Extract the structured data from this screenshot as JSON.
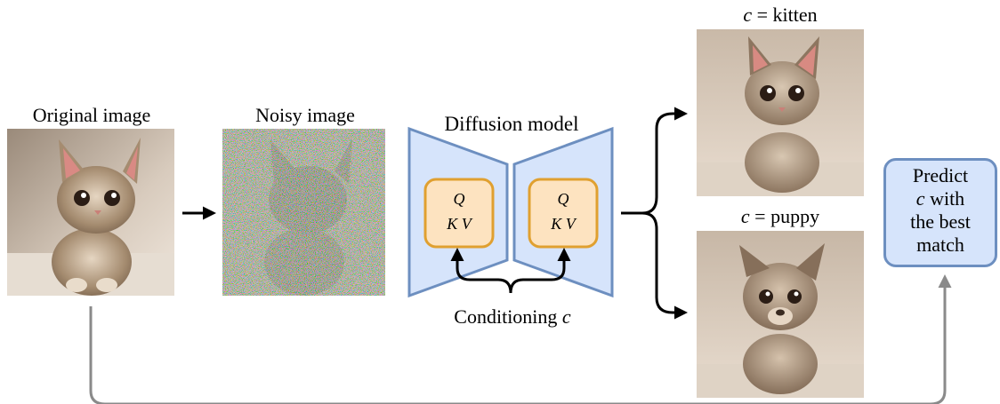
{
  "labels": {
    "original": "Original image",
    "noisy": "Noisy image",
    "model": "Diffusion model",
    "conditioning_text": "Conditioning",
    "conditioning_var": "c",
    "kitten_var": "c",
    "kitten_eq": " = kitten",
    "puppy_var": "c",
    "puppy_eq": " = puppy"
  },
  "attention": {
    "q": "Q",
    "kv": "K V"
  },
  "predict": {
    "line1": "Predict",
    "line2_var": "c",
    "line2_rest": " with",
    "line3": "the best",
    "line4": "match"
  },
  "colors": {
    "model_fill": "#d6e4fb",
    "model_stroke": "#6d8fc0",
    "attn_fill": "#fde3c0",
    "attn_stroke": "#e0a030",
    "feedback_arrow": "#8a8a8a"
  }
}
